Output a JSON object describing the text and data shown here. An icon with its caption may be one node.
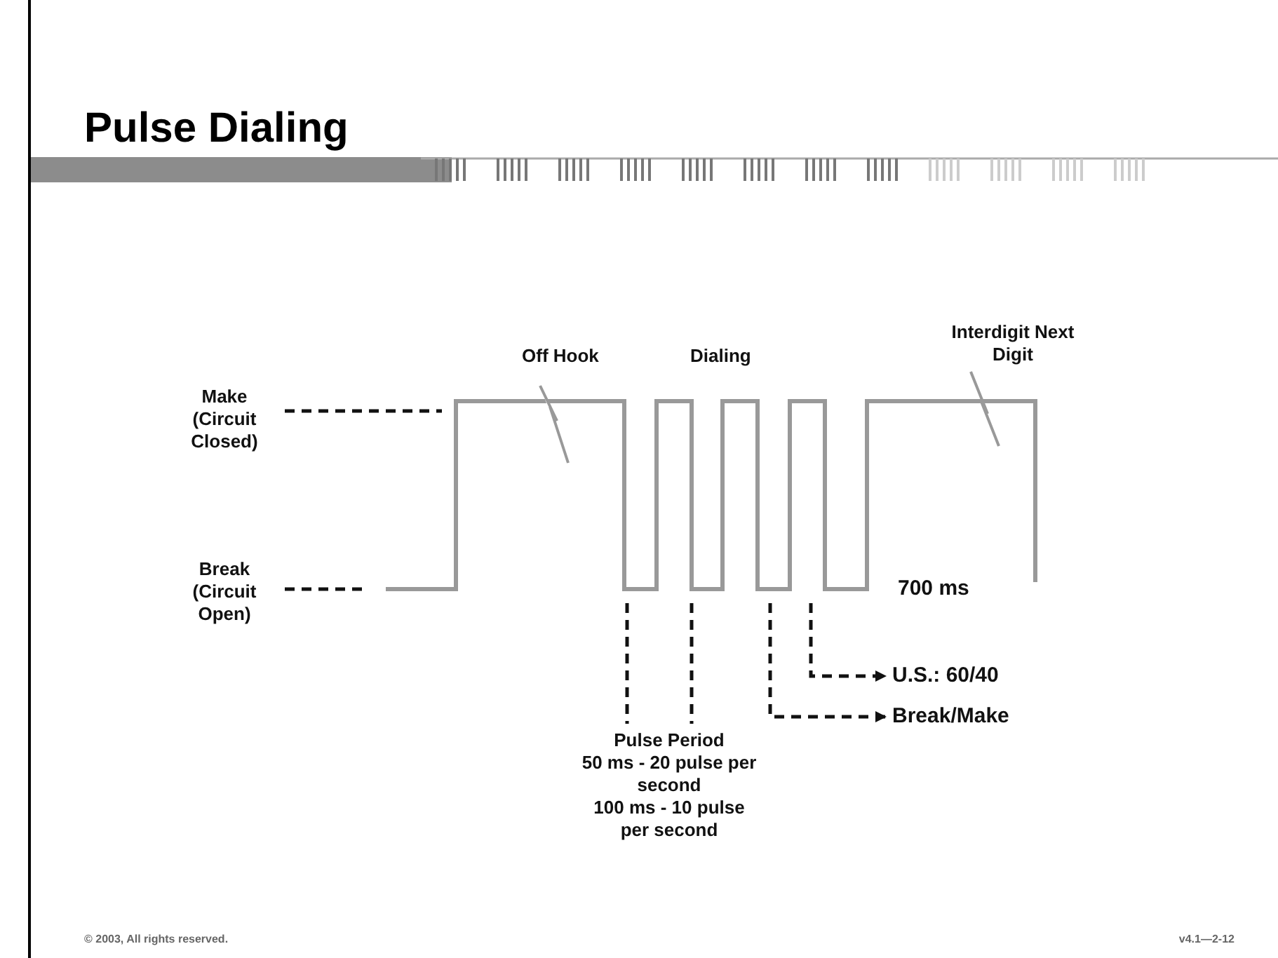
{
  "diagram": {
    "title": "Pulse Dialing",
    "nodes": [
      {
        "text": [
          "Make (Circuit Closed)"
        ]
      },
      {
        "text": [
          "Break (Circuit Open)"
        ]
      },
      {
        "text": [
          "Pulse Period",
          "50 ms - 20 pulse per second",
          "100 ms - 10 pulse per second"
        ]
      },
      {
        "text": [
          "U.S.: 60/40"
        ]
      },
      {
        "text": [
          "Break/Make"
        ]
      }
    ],
    "edges": [
      {
        "from": 0,
        "to": null,
        "arrow": "none",
        "style": "dashed"
      },
      {
        "from": 1,
        "to": null,
        "arrow": "none",
        "style": "dashed"
      },
      {
        "from": null,
        "to": 2,
        "arrow": "none",
        "style": "dashed"
      },
      {
        "from": null,
        "to": 2,
        "arrow": "none",
        "style": "dashed"
      },
      {
        "from": null,
        "to": 3,
        "arrow": "to",
        "style": "dashed"
      },
      {
        "from": null,
        "to": 4,
        "arrow": "to",
        "style": "dashed"
      }
    ],
    "labels": [
      "Off Hook",
      "Dialing",
      "Interdigit Next Digit",
      "700 ms",
      "© 2003, All rights reserved.",
      "v4.1—2-12"
    ]
  }
}
